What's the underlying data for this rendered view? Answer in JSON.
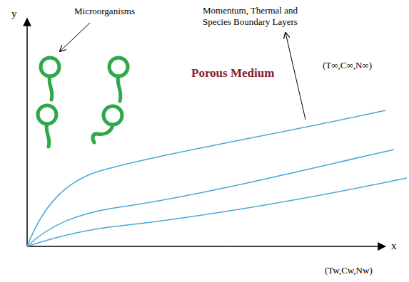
{
  "diagram": {
    "labels": [
      "Microorganisms",
      "Momentum, Thermal and Species Boundary Layers",
      "y",
      "(T∞,C∞,N∞)",
      "Porous Medium",
      "x",
      "(Tw,Cw,Nw)"
    ]
  }
}
